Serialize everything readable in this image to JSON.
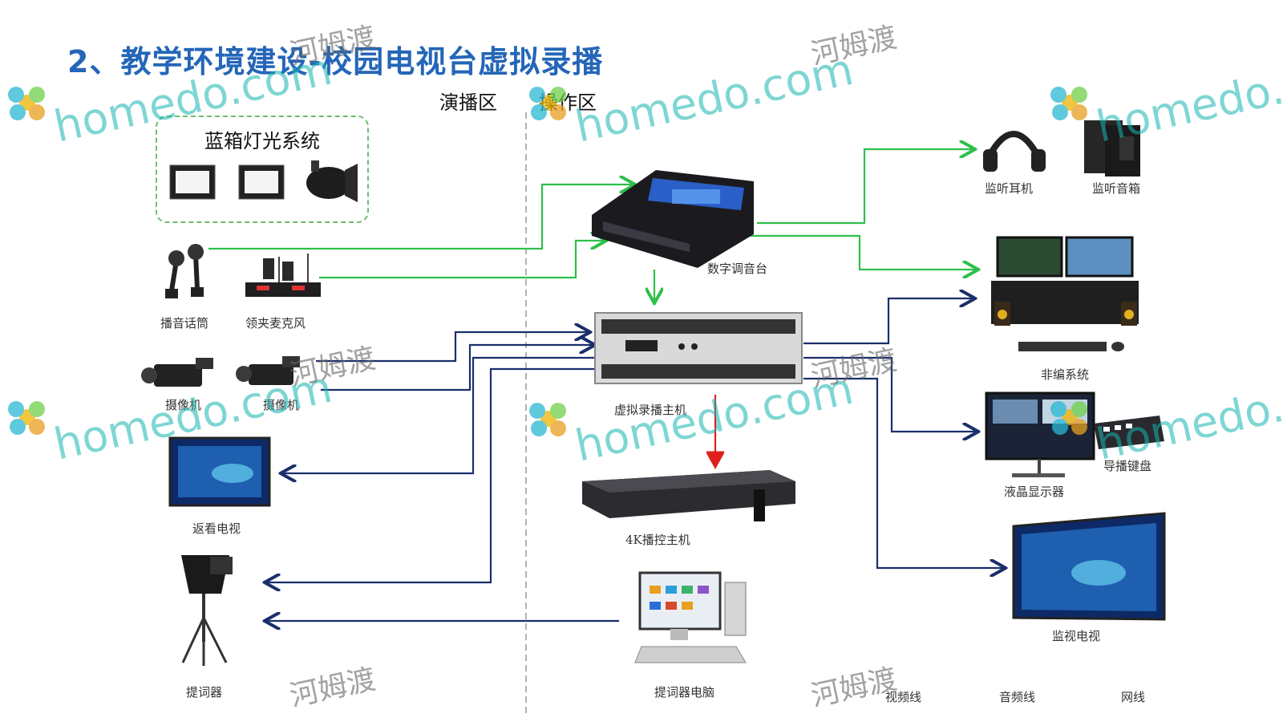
{
  "title": "2、教学环境建设-校园电视台虚拟录播",
  "zones": {
    "left": "演播区",
    "right": "操作区"
  },
  "lighting": {
    "title": "蓝箱灯光系统"
  },
  "devices": {
    "broadcast_mic": "播音话筒",
    "lavalier_mic": "领夹麦克风",
    "camera_1": "摄像机",
    "camera_2": "摄像机",
    "return_tv": "返看电视",
    "teleprompter": "提词器",
    "digital_mixer": "数字调音台",
    "virtual_host": "虚拟录播主机",
    "playout_4k": "4K播控主机",
    "prompter_pc": "提词器电脑",
    "monitor_headphones": "监听耳机",
    "monitor_speakers": "监听音箱",
    "nle_system": "非编系统",
    "lcd_display": "液晶显示器",
    "director_keyboard": "导播键盘",
    "monitor_tv": "监视电视"
  },
  "legend": {
    "video": "视频线",
    "audio": "音频线",
    "network": "网线"
  },
  "colors": {
    "title": "#2466b8",
    "video_line": "#1a2f6b",
    "audio_line": "#2fbf4a",
    "network_line": "#e0201c",
    "divider": "#999999"
  },
  "watermark": {
    "brand": "homedo.com",
    "brand_cn": "河姆渡"
  }
}
